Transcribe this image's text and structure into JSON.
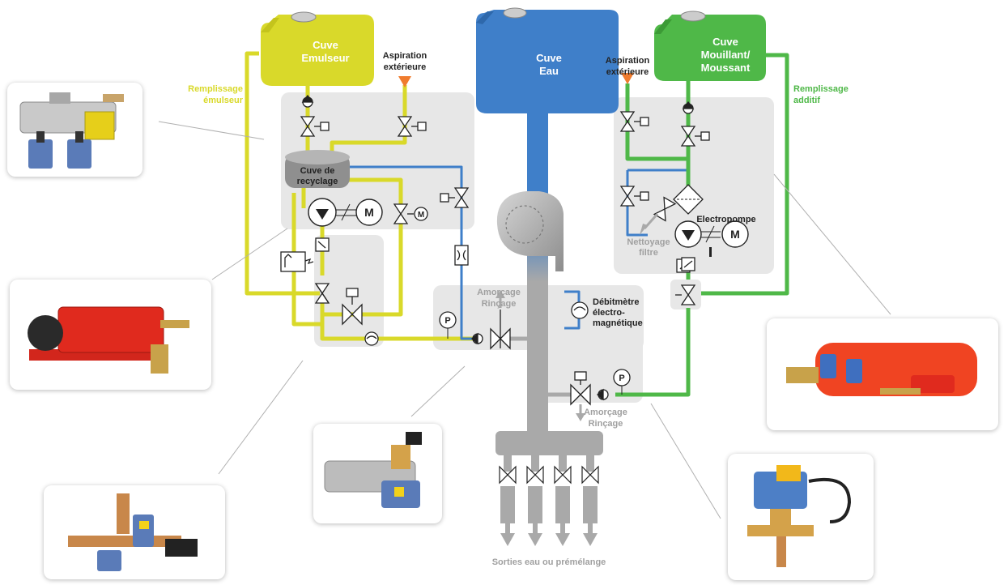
{
  "tanks": {
    "emulseur": {
      "line1": "Cuve",
      "line2": "Emulseur",
      "color": "#d9d92a"
    },
    "eau": {
      "line1": "Cuve",
      "line2": "Eau",
      "color": "#3f7fc9"
    },
    "mouillant": {
      "line1": "Cuve",
      "line2": "Mouillant/",
      "line3": "Moussant",
      "color": "#4fb848"
    }
  },
  "labels": {
    "aspiration_left_1": "Aspiration",
    "aspiration_left_2": "extérieure",
    "aspiration_right_1": "Aspiration",
    "aspiration_right_2": "extérieure",
    "remplissage_emulseur_1": "Remplissage",
    "remplissage_emulseur_2": "émulseur",
    "remplissage_additif_1": "Remplissage",
    "remplissage_additif_2": "additif",
    "cuve_recyclage_1": "Cuve de",
    "cuve_recyclage_2": "recyclage",
    "electropompe": "Electropompe",
    "nettoyage_1": "Nettoyage",
    "nettoyage_2": "filtre",
    "amorcage_top_1": "Amorçage",
    "amorcage_top_2": "Rinçage",
    "amorcage_bottom_1": "Amorçage",
    "amorcage_bottom_2": "Rinçage",
    "debitmetre_1": "Débitmètre",
    "debitmetre_2": "électro-",
    "debitmetre_3": "magnétique",
    "sorties": "Sorties eau ou prémélange",
    "motor_symbol": "M",
    "pressure_symbol": "P"
  },
  "colors": {
    "emulseur_line": "#d9d92a",
    "eau_line": "#3f7fc9",
    "additif_line": "#4fb848",
    "module_bg": "#e7e7e7",
    "gray_pipe": "#a9a9a9",
    "label_gray": "#a0a0a0"
  },
  "photos": [
    {
      "name": "photo-emulseur-manifold"
    },
    {
      "name": "photo-red-pump"
    },
    {
      "name": "photo-valve-assembly-left"
    },
    {
      "name": "photo-center-valve"
    },
    {
      "name": "photo-red-additive-module"
    },
    {
      "name": "photo-single-valve"
    }
  ]
}
